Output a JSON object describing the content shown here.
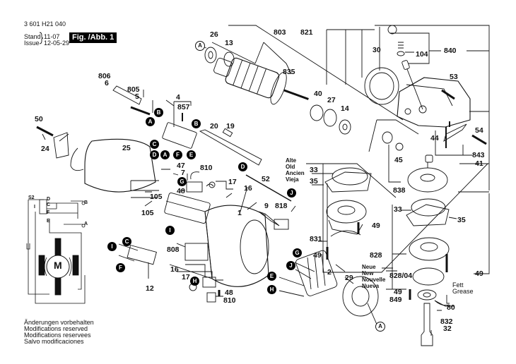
{
  "header": {
    "part_number": "3 601 H21 040",
    "stand_label": "Stand",
    "issue_label": "Issue",
    "stand_date": "11-07",
    "issue_date": "12-05-29",
    "figure_label": "Fig. /Abb. 1"
  },
  "footer": {
    "lines": [
      "Änderungen vorbehalten",
      "Modifications reserved",
      "Modifications reservees",
      "Salvo modificaciones"
    ]
  },
  "variants": {
    "old": [
      "Alte",
      "Old",
      "Ancien",
      "Vieja"
    ],
    "new": [
      "Neue",
      "New",
      "Nouvelle",
      "Nueva"
    ]
  },
  "notes": {
    "grease": [
      "Fett",
      "Grease"
    ]
  },
  "wiring": {
    "labels": {
      "s2": "S2",
      "d": "D",
      "c": "C",
      "i": "I",
      "f": "F",
      "e": "E",
      "b": "B",
      "a": "A",
      "motor": "M"
    }
  },
  "parts": {
    "p26": "26",
    "p13": "13",
    "p803": "803",
    "p835": "835",
    "p821": "821",
    "p40": "40",
    "p27": "27",
    "p14": "14",
    "p30": "30",
    "p104": "104",
    "p840": "840",
    "p53": "53",
    "p54": "54",
    "p44": "44",
    "p843": "843",
    "p45": "45",
    "p41": "41",
    "p838": "838",
    "p806": "806",
    "p6": "6",
    "p805": "805",
    "p5": "5",
    "p4": "4",
    "p857": "857",
    "p50": "50",
    "p24": "24",
    "p25": "25",
    "p20": "20",
    "p19": "19",
    "p47": "47",
    "p7": "7",
    "p810a": "810",
    "p48a": "48",
    "p17a": "17",
    "p16a": "16",
    "p105a": "105",
    "p105b": "105",
    "p52": "52",
    "p9": "9",
    "p818": "818",
    "p1": "1",
    "p33a": "33",
    "p35a": "35",
    "p49a": "49",
    "p831": "831",
    "p49b": "49",
    "p828": "828",
    "p33b": "33",
    "p35b": "35",
    "p49c": "49",
    "p828_04": "828/04",
    "p49d": "49",
    "p849": "849",
    "p80": "80",
    "p832": "832",
    "p32": "32",
    "p808": "808",
    "p12": "12",
    "p16b": "16",
    "p17b": "17",
    "p48b": "48",
    "p810b": "810",
    "p2": "2",
    "p29": "29"
  },
  "badges": {
    "A": "A",
    "B": "B",
    "C": "C",
    "D": "D",
    "E": "E",
    "F": "F",
    "G": "G",
    "H": "H",
    "I": "I",
    "J": "J"
  }
}
